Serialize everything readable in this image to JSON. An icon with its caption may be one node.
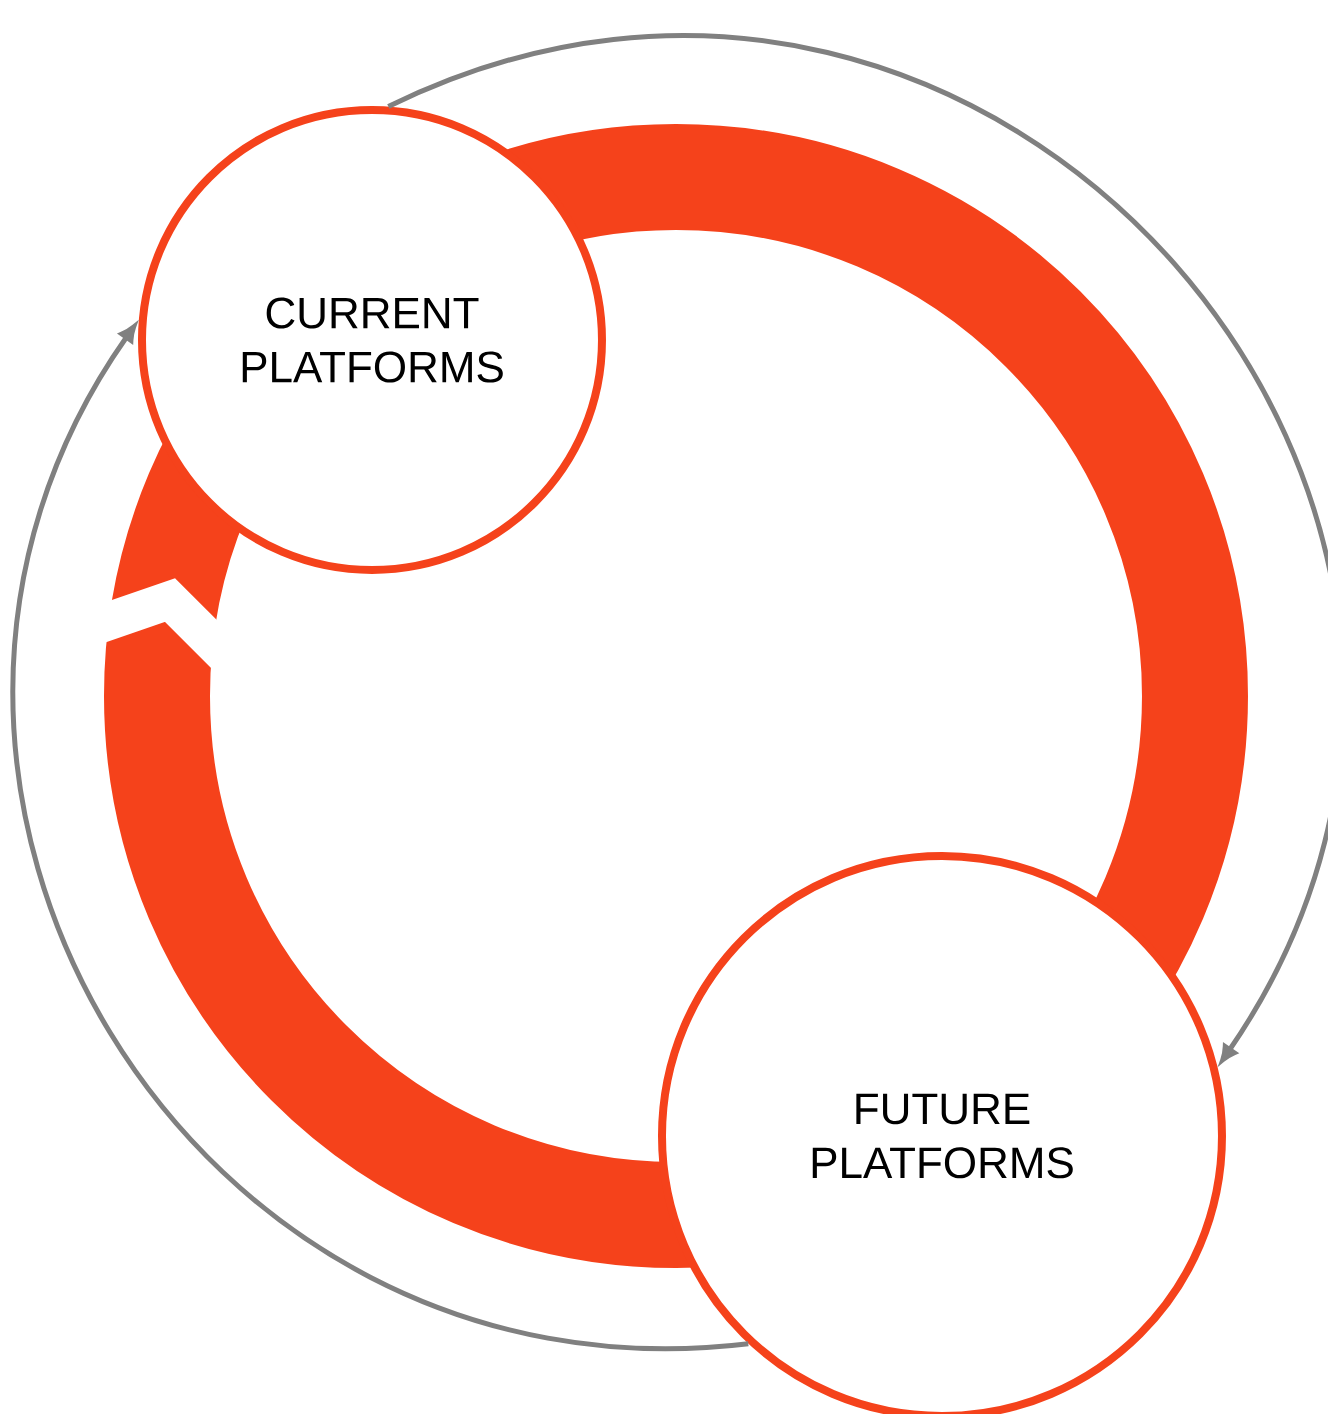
{
  "diagram": {
    "nodes": [
      {
        "text": [
          "CURRENT PLATFORMS"
        ]
      },
      {
        "text": [
          "FUTURE PLATFORMS"
        ]
      }
    ],
    "edges": [
      {
        "from": 0,
        "to": 1,
        "arrow": "to"
      },
      {
        "from": 1,
        "to": 0,
        "arrow": "to"
      }
    ]
  }
}
